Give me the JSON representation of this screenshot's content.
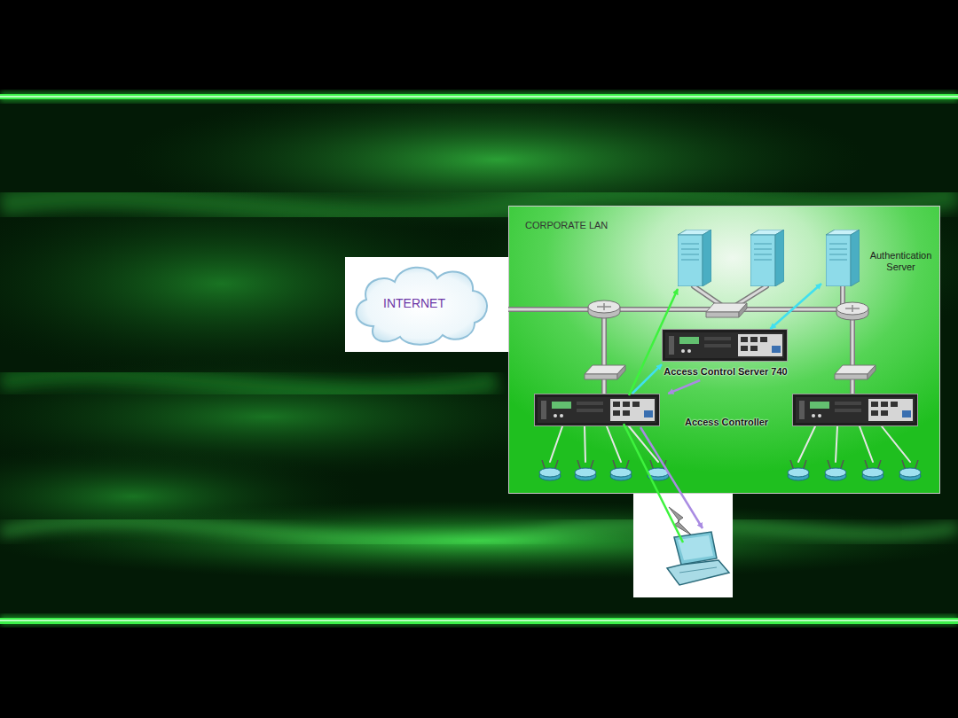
{
  "diagram": {
    "nodes": [
      {
        "text": [
          "CORPORATE LAN"
        ]
      },
      {
        "text": [
          "INTERNET"
        ]
      },
      {
        "text": [
          "Authentication Server"
        ],
        "in": 0
      },
      {
        "text": [
          "Access Control Server 740"
        ],
        "in": 0
      },
      {
        "text": [
          "Access Controller"
        ],
        "in": 0
      }
    ],
    "edges": [
      {
        "from": 4,
        "to": 3,
        "arrow": "to"
      },
      {
        "from": 3,
        "to": 2,
        "arrow": "both"
      },
      {
        "from": 3,
        "to": 4,
        "arrow": "to"
      }
    ]
  }
}
